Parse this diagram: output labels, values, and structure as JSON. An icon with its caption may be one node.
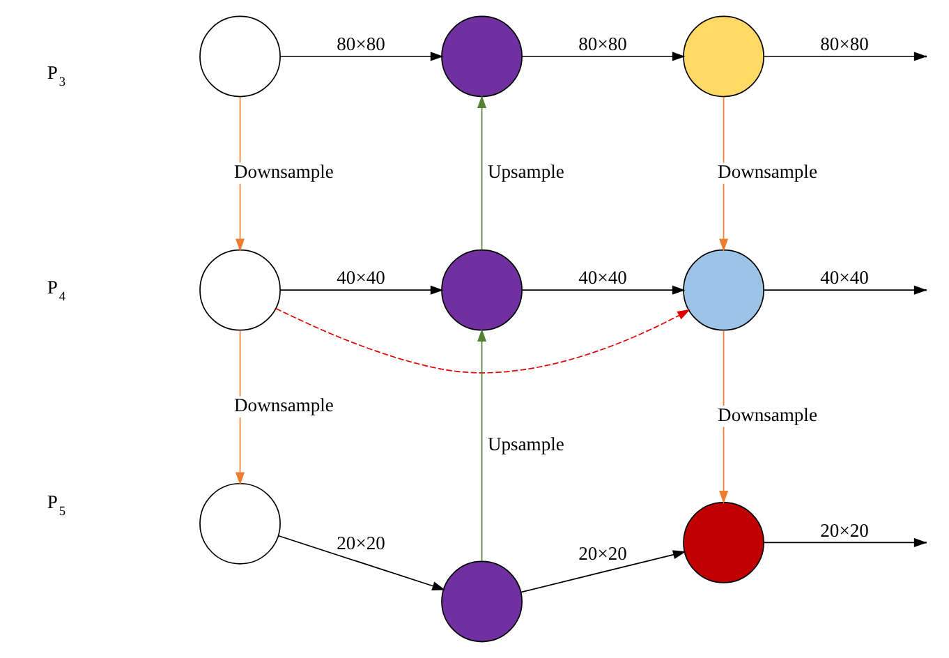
{
  "diagram": {
    "nodes": [
      {
        "text": [],
        "shape": "circle"
      },
      {
        "text": [],
        "shape": "circle"
      },
      {
        "text": [],
        "shape": "circle"
      },
      {
        "text": [],
        "shape": "circle"
      },
      {
        "text": [],
        "shape": "circle"
      },
      {
        "text": [],
        "shape": "circle"
      },
      {
        "text": [],
        "shape": "circle"
      },
      {
        "text": [],
        "shape": "circle"
      },
      {
        "text": [],
        "shape": "circle"
      }
    ],
    "edges": [
      {
        "from": 0,
        "to": 1,
        "arrow": "to",
        "label": "80×80"
      },
      {
        "from": 1,
        "to": 2,
        "arrow": "to",
        "label": "80×80"
      },
      {
        "from": 2,
        "to": null,
        "arrow": "to",
        "label": "80×80"
      },
      {
        "from": 0,
        "to": 3,
        "arrow": "to",
        "label": "Downsample",
        "color": "#ed7d31"
      },
      {
        "from": 4,
        "to": 1,
        "arrow": "to",
        "label": "Upsample",
        "color": "#548235"
      },
      {
        "from": 2,
        "to": 5,
        "arrow": "to",
        "label": "Downsample",
        "color": "#ed7d31"
      },
      {
        "from": 3,
        "to": 5,
        "arrow": "to",
        "style": "dashed",
        "color": "#e00000"
      },
      {
        "from": 3,
        "to": 4,
        "arrow": "to",
        "label": "40×40"
      },
      {
        "from": 4,
        "to": 5,
        "arrow": "to",
        "label": "40×40"
      },
      {
        "from": 5,
        "to": null,
        "arrow": "to",
        "label": "40×40"
      },
      {
        "from": 3,
        "to": 6,
        "arrow": "to",
        "label": "Downsample",
        "color": "#ed7d31"
      },
      {
        "from": 7,
        "to": 4,
        "arrow": "to",
        "label": "Upsample",
        "color": "#548235"
      },
      {
        "from": 5,
        "to": 8,
        "arrow": "to",
        "label": "Downsample",
        "color": "#ed7d31"
      },
      {
        "from": 6,
        "to": 7,
        "arrow": "to",
        "label": "20×20"
      },
      {
        "from": 7,
        "to": 8,
        "arrow": "to",
        "label": "20×20"
      },
      {
        "from": 8,
        "to": null,
        "arrow": "to",
        "label": "20×20"
      }
    ],
    "labels": [
      "P$_{3}$",
      "P$_{4}$",
      "P$_{5}$"
    ]
  }
}
